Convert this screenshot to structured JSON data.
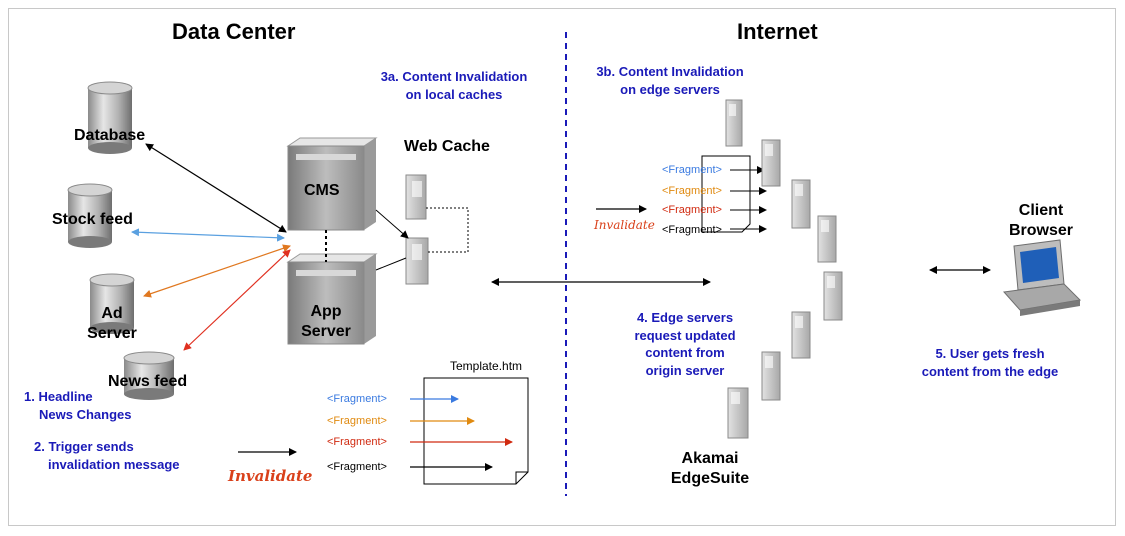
{
  "headings": {
    "data_center": "Data Center",
    "internet": "Internet"
  },
  "sources": {
    "database": "Database",
    "stock_feed": "Stock feed",
    "ad_server_line1": "Ad",
    "ad_server_line2": "Server",
    "news_feed": "News feed"
  },
  "servers": {
    "cms": "CMS",
    "app_server_line1": "App",
    "app_server_line2": "Server",
    "web_cache": "Web Cache",
    "edge_line1": "Akamai",
    "edge_line2": "EdgeSuite",
    "client_line1": "Client",
    "client_line2": "Browser"
  },
  "steps": {
    "s1_line1": "1. Headline",
    "s1_line2": "News Changes",
    "s2_line1": "2. Trigger sends",
    "s2_line2": "invalidation message",
    "s3a_line1": "3a. Content Invalidation",
    "s3a_line2": "on local caches",
    "s3b_line1": "3b. Content Invalidation",
    "s3b_line2": "on edge servers",
    "s4_line1": "4. Edge servers",
    "s4_line2": "request updated",
    "s4_line3": "content from",
    "s4_line4": "origin server",
    "s5_line1": "5. User gets fresh",
    "s5_line2": "content from the edge"
  },
  "template": {
    "filename": "Template.htm",
    "fragments": [
      "<Fragment>",
      "<Fragment>",
      "<Fragment>",
      "<Fragment>"
    ],
    "invalidate": "Invalidate"
  },
  "edge_invalidation": {
    "fragments": [
      "<Fragment>",
      "<Fragment>",
      "<Fragment>",
      "<Fragment>"
    ],
    "invalidate": "Invalidate"
  },
  "colors": {
    "step_text": "#1a1ab8",
    "invalidate_text": "#d9401a",
    "stock_arrow": "#5aa0e0",
    "ad_arrow": "#e07820",
    "news_arrow": "#e03020",
    "fragment_1": "#3a7ae0",
    "fragment_2": "#e08a10",
    "fragment_3": "#d02a10",
    "fragment_4": "#000000",
    "divider": "#1a1ab8"
  }
}
